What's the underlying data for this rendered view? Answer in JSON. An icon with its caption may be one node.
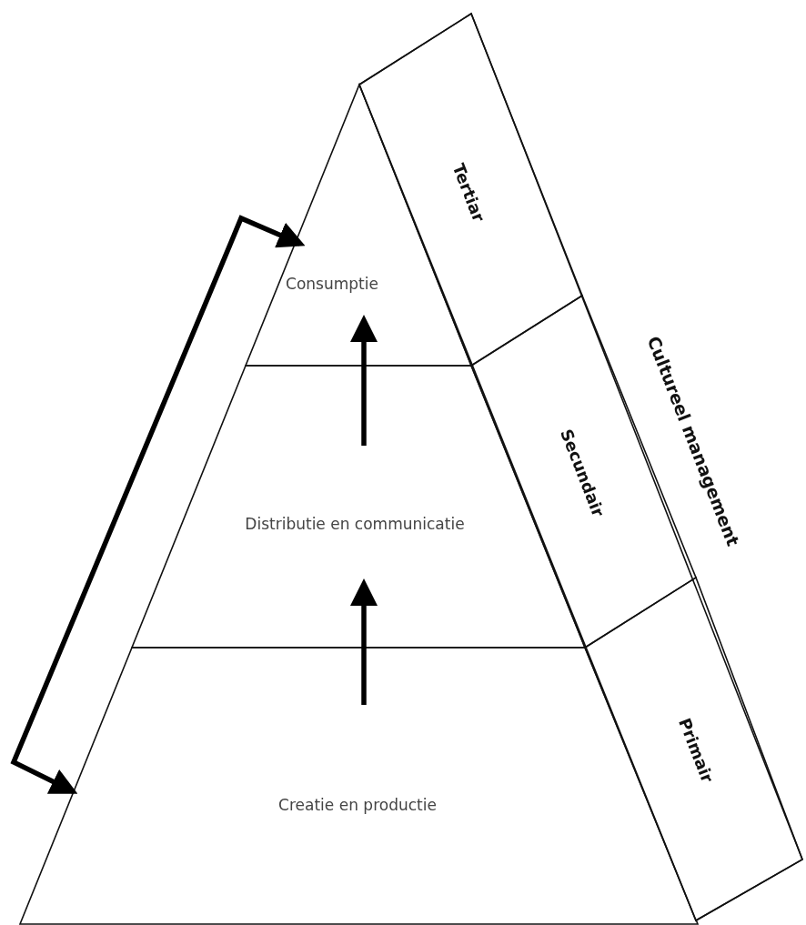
{
  "diagram": {
    "nodes": [
      {
        "text": [
          "Consumptie"
        ]
      },
      {
        "text": [
          "Distributie en communicatie"
        ]
      },
      {
        "text": [
          "Creatie en productie"
        ]
      },
      {
        "text": [
          "Cultureel management"
        ]
      },
      {
        "text": [
          "Tertiar"
        ],
        "in": 3
      },
      {
        "text": [
          "Secundair"
        ],
        "in": 3
      },
      {
        "text": [
          "Primair"
        ],
        "in": 3
      }
    ],
    "edges": [
      {
        "from": 2,
        "to": 1,
        "arrow": "to"
      },
      {
        "from": 1,
        "to": 0,
        "arrow": "to"
      },
      {
        "from": 0,
        "to": 2,
        "arrow": "both"
      }
    ]
  }
}
